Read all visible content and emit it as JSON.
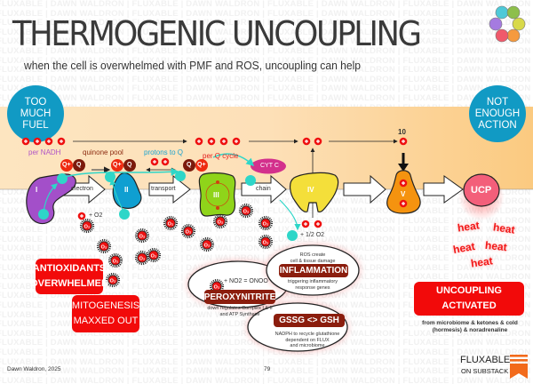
{
  "watermark": "FLUXABLE | DAWN WALDRON | FLUXABLE | DAWN WALDRON | FLUXABLE | DAWN WALDRON | FLUXABLE | DAWN WALDRON | FLUXABLE",
  "header": {
    "title": "THERMOGENIC UNCOUPLING",
    "subtitle": "when the cell is overwhelmed with PMF and ROS, uncoupling can help"
  },
  "logo": {
    "icon": "six-circle-ring-icon",
    "colors": [
      "#4ec9d8",
      "#8dbf4b",
      "#d8d94a",
      "#f59a3e",
      "#f0596b",
      "#a57be0"
    ]
  },
  "badges": {
    "left": [
      "TOO",
      "MUCH",
      "FUEL"
    ],
    "right": [
      "NOT",
      "ENOUGH",
      "ACTION"
    ]
  },
  "chain": {
    "per_nadh": "per NADH",
    "quinone_pool": "quinone pool",
    "protons_to_q": "protons to Q",
    "per_q_cycle": "per Q cycle",
    "proton_count": "10",
    "q_plus": "Q+",
    "q": "Q",
    "electron_symbol": "e-",
    "cyt_c": "CYT C",
    "complexes": [
      "I",
      "II",
      "III",
      "IV",
      "V"
    ],
    "ucp": "UCP",
    "arrow_labels": [
      "electron",
      "transport",
      "chain"
    ],
    "plus_o2": "+ O2",
    "plus_half_o2": "+ 1/2 O2",
    "superoxide": "O2"
  },
  "heat_words": [
    "heat",
    "heat",
    "heat",
    "heat",
    "heat"
  ],
  "warnings": {
    "antioxidants": [
      "ANTIOXIDANTS",
      "OVERWHELMED"
    ],
    "mitogenesis": [
      "MITOGENESIS",
      "MAXXED OUT"
    ],
    "uncoupling": "UNCOUPLING ACTIVATED",
    "uncoupling_note": [
      "from microbiome & ketones & cold",
      "(hormesis) & noradrenaline"
    ]
  },
  "ovals": {
    "peroxynitrite": {
      "title": "PEROXYNITRITE",
      "formula": "+ NO2 = ONOO",
      "note": [
        "down regulates Complex I & II",
        "and ATP Synthase"
      ]
    },
    "inflammation": {
      "title": "INFLAMMATION",
      "pre": [
        "ROS create",
        "cell & tissue damage"
      ],
      "note": [
        "triggering inflammatory",
        "response genes"
      ]
    },
    "glutathione": {
      "title": "GSSG <> GSH",
      "note": [
        "NADPH to recycle glutathione",
        "dependent on FLUX",
        "and microbiome"
      ]
    }
  },
  "colors": {
    "badge_blue": "#119ac4",
    "warning_red": "#f20a0a",
    "dark_red": "#8b1d0d",
    "electron_cyan": "#2ed6c8",
    "complex_I": "#a34fc9",
    "complex_II": "#0f9fd1",
    "complex_III": "#8fd41a",
    "complex_IV": "#f4df3a",
    "complex_V": "#f5930f",
    "ucp": "#f35f7a",
    "cytc": "#d3308c"
  },
  "footer": {
    "author": "Dawn Waldron, 2025",
    "page": "79",
    "brand": "FLUXABLE",
    "brand_sub": "ON SUBSTACK"
  }
}
